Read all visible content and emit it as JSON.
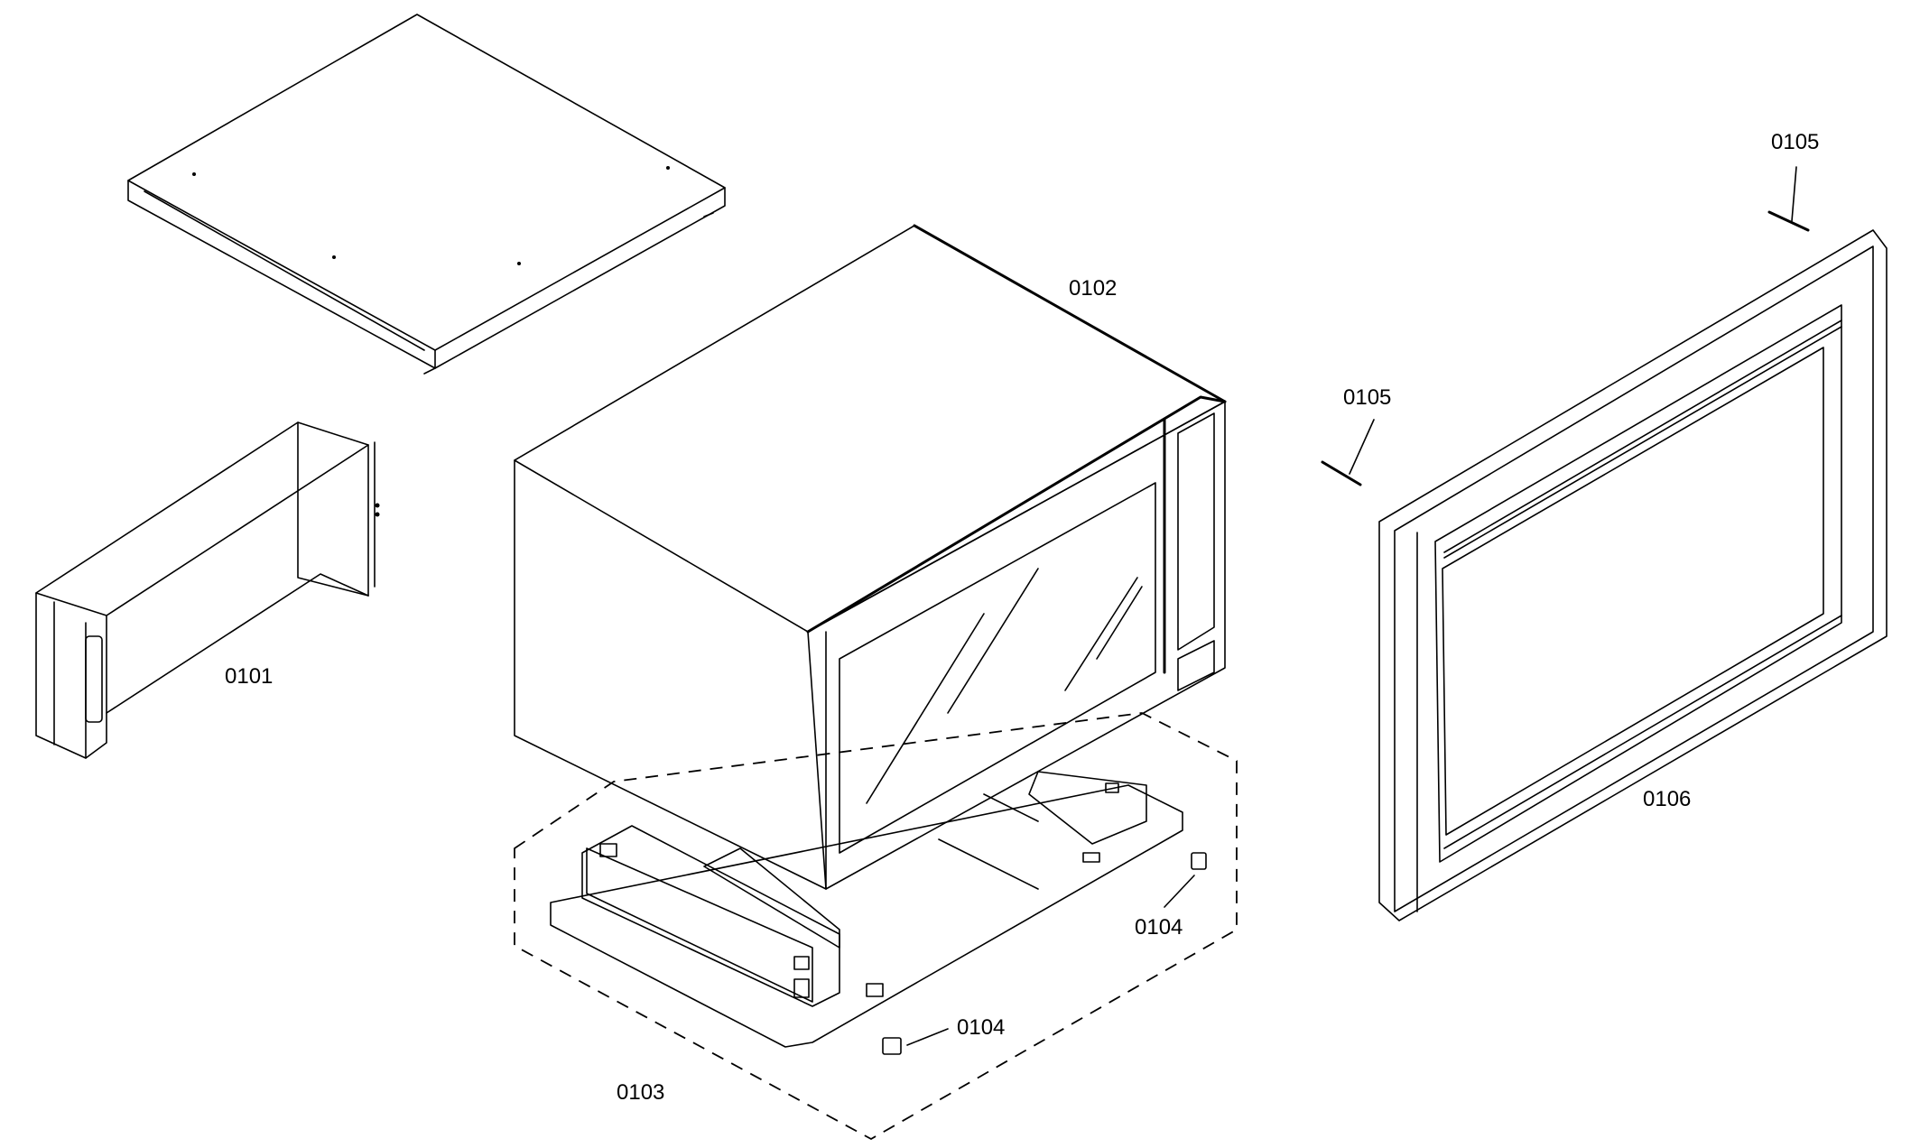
{
  "labels": {
    "side_bracket": "0101",
    "microwave": "0102",
    "base_assembly": "0103",
    "clip_right": "0104",
    "clip_bottom": "0104",
    "screw_left": "0105",
    "screw_top": "0105",
    "trim_frame": "0106"
  }
}
